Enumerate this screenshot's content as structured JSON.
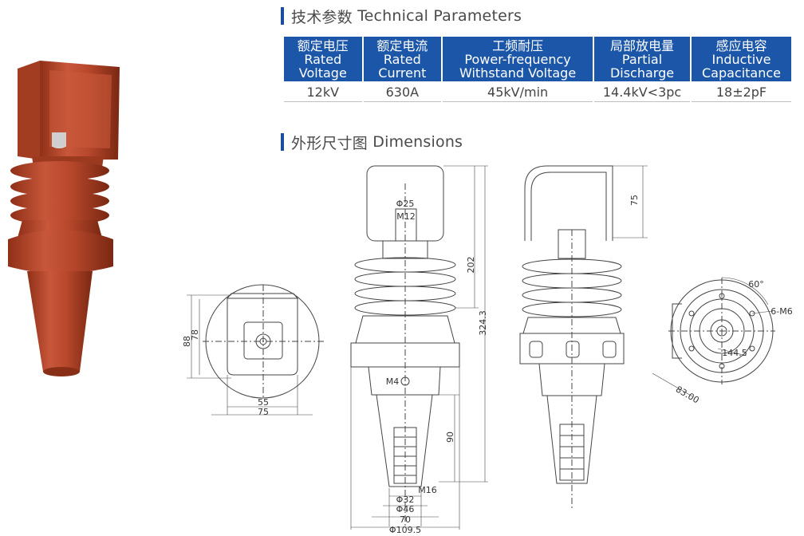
{
  "sections": {
    "technical": {
      "cn": "技术参数",
      "en": "Technical Parameters"
    },
    "dimensions": {
      "cn": "外形尺寸图",
      "en": "Dimensions"
    }
  },
  "table": {
    "headers": [
      {
        "cn": "额定电压",
        "en1": "Rated",
        "en2": "Voltage"
      },
      {
        "cn": "额定电流",
        "en1": "Rated",
        "en2": "Current"
      },
      {
        "cn": "工频耐压",
        "en1": "Power-frequency",
        "en2": "Withstand Voltage"
      },
      {
        "cn": "局部放电量",
        "en1": "Partial",
        "en2": "Discharge"
      },
      {
        "cn": "感应电容",
        "en1": "Inductive",
        "en2": "Capacitance"
      }
    ],
    "values": [
      "12kV",
      "630A",
      "45kV/min",
      "14.4kV<3pc",
      "18±2pF"
    ]
  },
  "drawing": {
    "top_view": {
      "d88": "88",
      "d78": "78",
      "d55": "55",
      "d75": "75"
    },
    "front_view": {
      "phi25": "Φ25",
      "m12": "M12",
      "m4": "M4",
      "d202": "202",
      "d324": "324.3",
      "d90": "90",
      "m16": "M16",
      "phi32": "Φ32",
      "phi46": "Φ46",
      "d70": "70",
      "phi109": "Φ109.5"
    },
    "side_view": {
      "d75": "75"
    },
    "bottom_view": {
      "deg60": "60°",
      "m6": "6-M6",
      "d144": "144.5",
      "d83": "83.00"
    }
  },
  "colors": {
    "brand_blue": "#1b56a8",
    "insulator": "#b8482c",
    "line": "#444444"
  }
}
